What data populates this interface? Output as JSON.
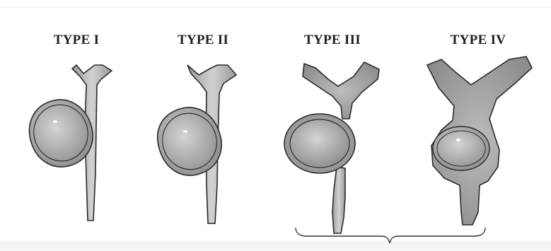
{
  "figure": {
    "labels": {
      "type1": "TYPE I",
      "type2": "TYPE II",
      "type3": "TYPE III",
      "type4": "TYPE IV"
    },
    "colors": {
      "ink": "#2a2a2a",
      "duct": "#bdbdbd",
      "cyst": "#b3b3b3",
      "cyst_inner": "#9d9d9d",
      "shading": "#8a8a8a"
    }
  }
}
